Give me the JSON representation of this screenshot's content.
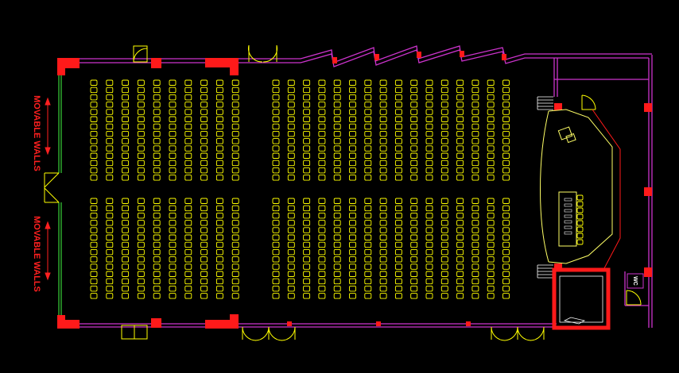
{
  "labels": {
    "movable_top": "MOVABLE WALLS",
    "movable_bottom": "MOVABLE WALLS",
    "wc": "WC"
  },
  "colors": {
    "background": "#000000",
    "wall": "#cc33cc",
    "column": "#ff1a1a",
    "seat": "#ffff00",
    "door": "#ffff00",
    "label": "#ff2020",
    "stage": "#ffff66",
    "movable_wall": "#2ea82e",
    "stair": "#ffffff"
  },
  "seating": {
    "rows_per_block": 14,
    "left_columns": 10,
    "right_columns": 16,
    "blocks": [
      "upper",
      "lower"
    ]
  }
}
